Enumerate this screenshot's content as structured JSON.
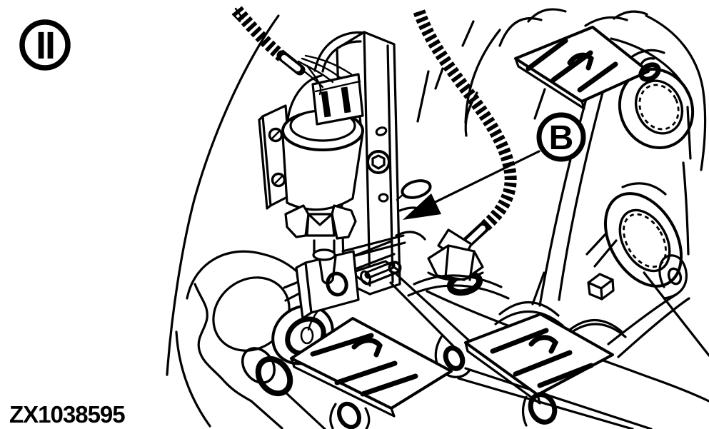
{
  "figure": {
    "background_color": "#ffffff",
    "line_color": "#000000",
    "section_marker": "II",
    "callout_label": "B",
    "figure_id": "ZX1038595",
    "parts": [
      "solenoid-valve",
      "wiring-harness-loom",
      "electrical-connector",
      "mounting-bracket",
      "vertical-mounting-plate",
      "plate-bolt",
      "clevis-yoke",
      "clevis-pin",
      "cotter-pin-ring",
      "hanging-cotter-wire",
      "corrugated-hose",
      "elbow-fitting",
      "hex-fitting-nut",
      "hydraulic-cylinder-left",
      "flange-collar",
      "slotted-clamp-plate-left",
      "hydraulic-cylinder-right",
      "slotted-clamp-plate-right",
      "slotted-clamp-plate-top",
      "rod-eye-lug",
      "tie-rod",
      "casting-boss-top-right",
      "casting-boss-mid-right",
      "cube-nut",
      "ear-with-hole",
      "left-casting-outline"
    ]
  }
}
